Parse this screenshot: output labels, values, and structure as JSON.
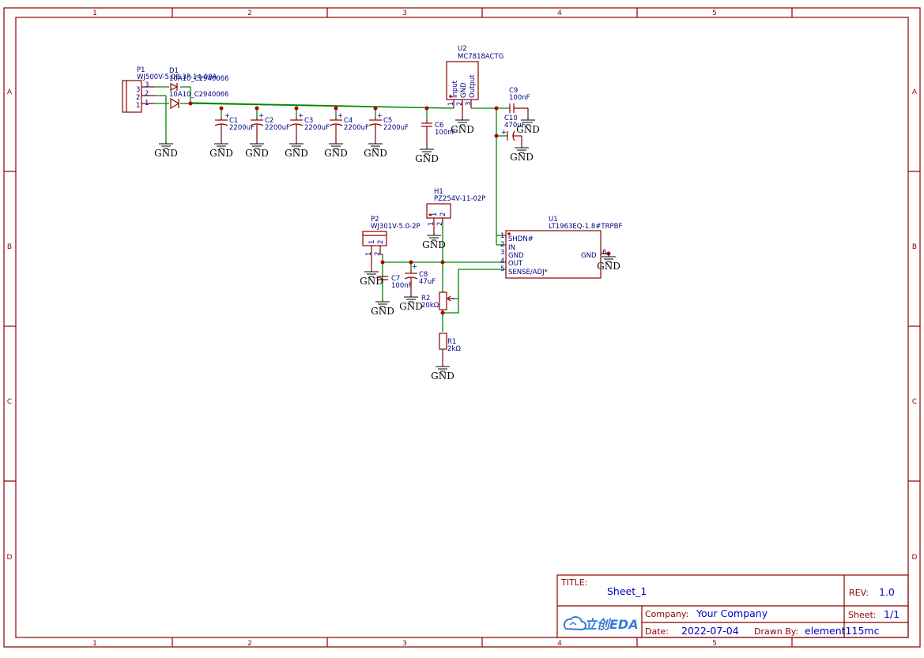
{
  "frame": {
    "columns": [
      "1",
      "2",
      "3",
      "4",
      "5"
    ],
    "rows": [
      "A",
      "B",
      "C",
      "D"
    ]
  },
  "components": {
    "p1": {
      "ref": "P1",
      "value": "WJ500V-5.08-3P-14-00A",
      "pins": [
        "3",
        "2",
        "1"
      ]
    },
    "d1": {
      "ref": "D1",
      "value_a": "10A10_C2940066",
      "value_b": "10A10_C2940066"
    },
    "c1": {
      "ref": "C1",
      "value": "2200uF"
    },
    "c2": {
      "ref": "C2",
      "value": "2200uF"
    },
    "c3": {
      "ref": "C3",
      "value": "2200uF"
    },
    "c4": {
      "ref": "C4",
      "value": "2200uF"
    },
    "c5": {
      "ref": "C5",
      "value": "2200uF"
    },
    "c6": {
      "ref": "C6",
      "value": "100nF"
    },
    "u2": {
      "ref": "U2",
      "value": "MC7818ACTG",
      "pin_input": "Input",
      "pin_gnd": "GND",
      "pin_output": "Output",
      "pin_nums": [
        "1",
        "2",
        "3"
      ]
    },
    "c9": {
      "ref": "C9",
      "value": "100nF"
    },
    "c10": {
      "ref": "C10",
      "value": "470uF"
    },
    "h1": {
      "ref": "H1",
      "value": "PZ254V-11-02P",
      "pins": [
        "1",
        "2"
      ]
    },
    "p2": {
      "ref": "P2",
      "value": "WJ301V-5.0-2P",
      "pins": [
        "1",
        "2"
      ]
    },
    "c7": {
      "ref": "C7",
      "value": "100nF"
    },
    "c8": {
      "ref": "C8",
      "value": "47uF"
    },
    "r2": {
      "ref": "R2",
      "value": "20kΩ"
    },
    "r1": {
      "ref": "R1",
      "value": "2kΩ"
    },
    "u1": {
      "ref": "U1",
      "value": "LT1963EQ-1.8#TRPBF",
      "pins_left": [
        {
          "num": "1",
          "name": "SHDN#"
        },
        {
          "num": "2",
          "name": "IN"
        },
        {
          "num": "3",
          "name": "GND"
        },
        {
          "num": "4",
          "name": "OUT"
        },
        {
          "num": "5",
          "name": "SENSE/ADJ*"
        }
      ],
      "pin_right": {
        "num": "6",
        "name": "GND"
      }
    }
  },
  "gnd_label": "GND",
  "plus_sign": "+",
  "title_block": {
    "title_label": "TITLE:",
    "title_value": "Sheet_1",
    "rev_label": "REV:",
    "rev_value": "1.0",
    "company_label": "Company:",
    "company_value": "Your Company",
    "sheet_label": "Sheet:",
    "sheet_value": "1/1",
    "date_label": "Date:",
    "date_value": "2022-07-04",
    "drawn_label": "Drawn By:",
    "drawn_value": "element115mc",
    "logo_text": "立创EDA"
  },
  "colors": {
    "frame": "#8b0000",
    "wire": "#008800",
    "text": "#000080",
    "junction": "#b00000"
  }
}
